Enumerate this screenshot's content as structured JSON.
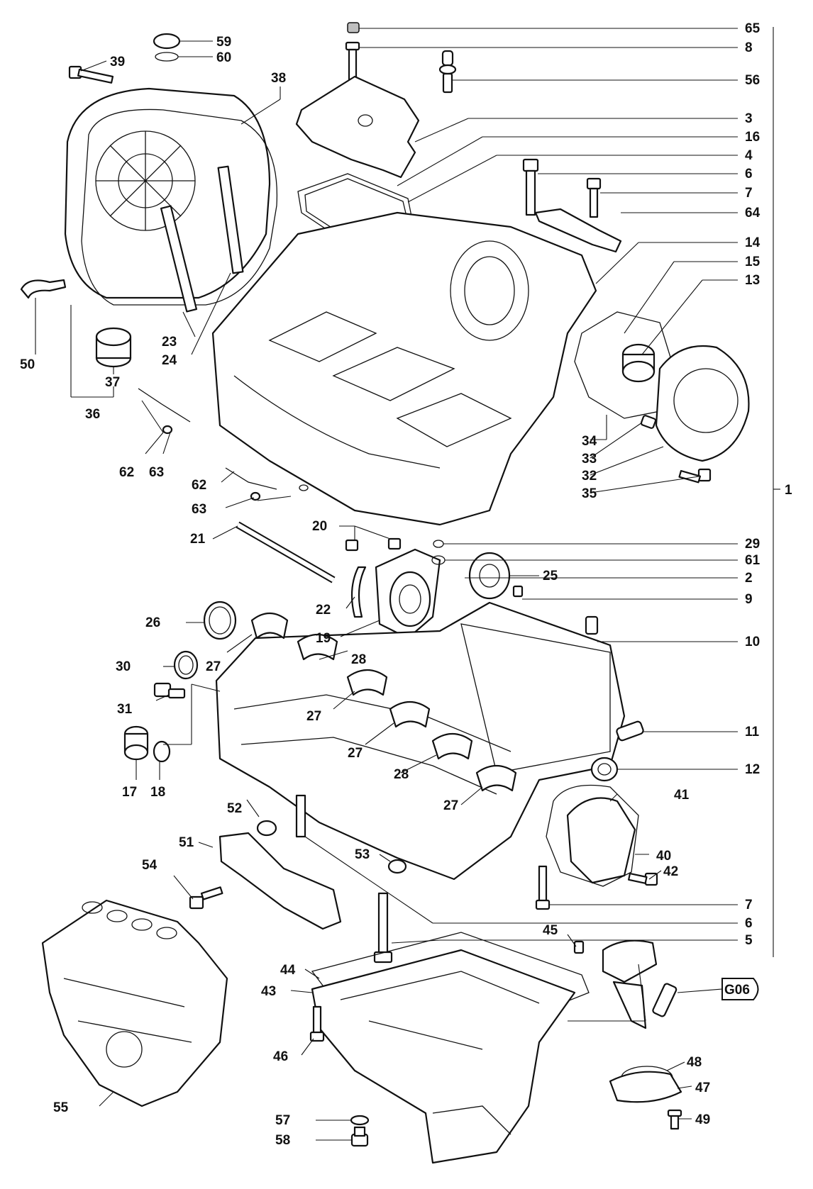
{
  "labels": {
    "right": [
      "65",
      "8",
      "56",
      "3",
      "16",
      "4",
      "6",
      "7",
      "64",
      "14",
      "15",
      "13",
      "29",
      "61",
      "2",
      "9",
      "10",
      "11",
      "12",
      "7",
      "6",
      "5"
    ],
    "main_group": "1",
    "group_ref": "G06",
    "left_parts": [
      "39",
      "59",
      "60",
      "38",
      "50",
      "23",
      "24",
      "37",
      "36",
      "62",
      "63",
      "62",
      "63",
      "34",
      "33",
      "32",
      "35",
      "21",
      "20",
      "22",
      "19",
      "25",
      "26",
      "27",
      "28",
      "30",
      "31",
      "27",
      "27",
      "28",
      "27",
      "17",
      "18",
      "52",
      "41",
      "51",
      "54",
      "53",
      "40",
      "42",
      "45",
      "44",
      "43",
      "46",
      "48",
      "47",
      "57",
      "58",
      "49",
      "55"
    ]
  }
}
